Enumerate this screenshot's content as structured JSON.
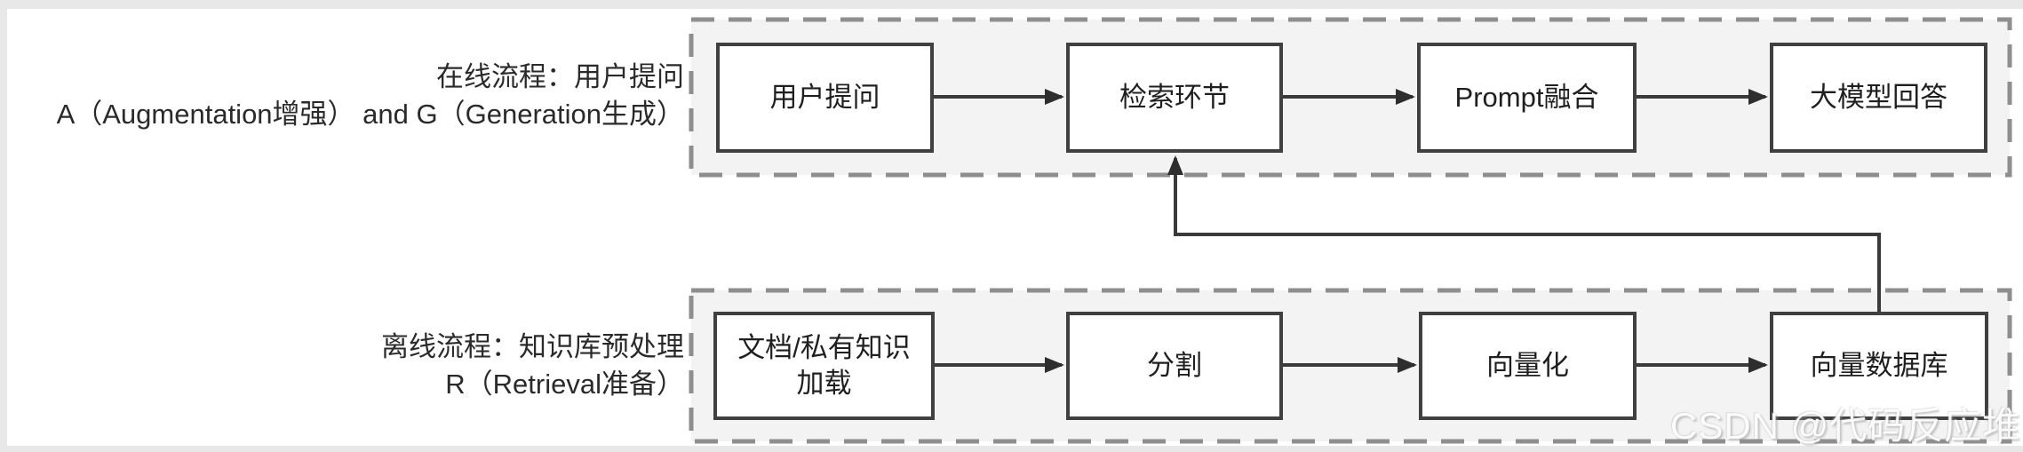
{
  "online_flow": {
    "label_line1": "在线流程：用户提问",
    "label_line2": "A（Augmentation增强） and G（Generation生成）",
    "nodes": [
      {
        "label": "用户提问"
      },
      {
        "label": "检索环节"
      },
      {
        "label": "Prompt融合"
      },
      {
        "label": "大模型回答"
      }
    ]
  },
  "offline_flow": {
    "label_line1": "离线流程：知识库预处理",
    "label_line2": "R（Retrieval准备）",
    "nodes": [
      {
        "label": "文档/私有知识\n加载"
      },
      {
        "label": "分割"
      },
      {
        "label": "向量化"
      },
      {
        "label": "向量数据库"
      }
    ]
  },
  "connections": [
    {
      "from": "用户提问",
      "to": "检索环节"
    },
    {
      "from": "检索环节",
      "to": "Prompt融合"
    },
    {
      "from": "Prompt融合",
      "to": "大模型回答"
    },
    {
      "from": "文档/私有知识加载",
      "to": "分割"
    },
    {
      "from": "分割",
      "to": "向量化"
    },
    {
      "from": "向量化",
      "to": "向量数据库"
    },
    {
      "from": "向量数据库",
      "to": "检索环节"
    }
  ],
  "watermark": {
    "text": "CSDN @代码反应堆"
  },
  "colors": {
    "box_border": "#404040",
    "arrow": "#3a3a3a",
    "container_fill": "#f3f3f3",
    "container_border": "#8e8e8e",
    "text": "#2a2a2a",
    "frame": "#e8e8e8",
    "watermark": "#ffffff"
  }
}
